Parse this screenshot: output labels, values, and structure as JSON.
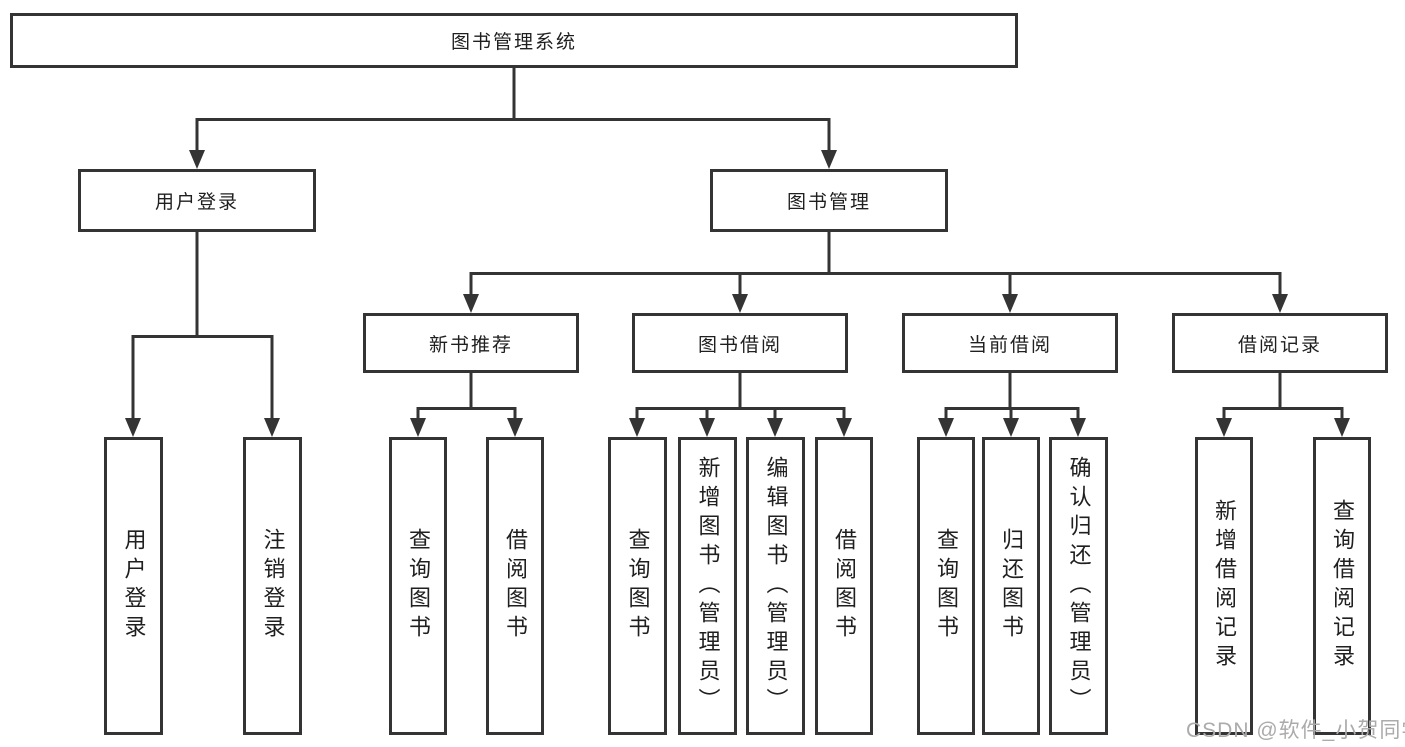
{
  "tree": {
    "root": {
      "label": "图书管理系统"
    },
    "branches": [
      {
        "label": "用户登录",
        "children": [
          {
            "label": "用户登录"
          },
          {
            "label": "注销登录"
          }
        ]
      },
      {
        "label": "图书管理",
        "groups": [
          {
            "label": "新书推荐",
            "children": [
              {
                "label": "查询图书"
              },
              {
                "label": "借阅图书"
              }
            ]
          },
          {
            "label": "图书借阅",
            "children": [
              {
                "label": "查询图书"
              },
              {
                "label": "新增图书（管理员）"
              },
              {
                "label": "编辑图书（管理员）"
              },
              {
                "label": "借阅图书"
              }
            ]
          },
          {
            "label": "当前借阅",
            "children": [
              {
                "label": "查询图书"
              },
              {
                "label": "归还图书"
              },
              {
                "label": "确认归还（管理员）"
              }
            ]
          },
          {
            "label": "借阅记录",
            "children": [
              {
                "label": "新增借阅记录"
              },
              {
                "label": "查询借阅记录"
              }
            ]
          }
        ]
      }
    ]
  },
  "watermark": "CSDN @软件_小贺同学",
  "colors": {
    "line": "#343434",
    "text": "#1f1f1f",
    "watermark": "#ababab",
    "background": "#ffffff"
  }
}
